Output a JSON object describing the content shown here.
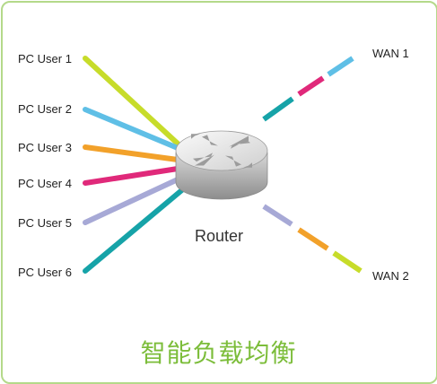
{
  "users": [
    {
      "label": "PC User 1",
      "color": "#c7dc2a"
    },
    {
      "label": "PC User 2",
      "color": "#5fbfe6"
    },
    {
      "label": "PC User 3",
      "color": "#f2a12a"
    },
    {
      "label": "PC User 4",
      "color": "#e0297a"
    },
    {
      "label": "PC User 5",
      "color": "#a7a9d6"
    },
    {
      "label": "PC User 6",
      "color": "#16a3a8"
    }
  ],
  "wans": [
    {
      "label": "WAN 1",
      "colors": [
        "#5fbfe6",
        "#e0297a",
        "#16a3a8"
      ]
    },
    {
      "label": "WAN 2",
      "colors": [
        "#c7dc2a",
        "#f2a12a",
        "#a7a9d6"
      ]
    }
  ],
  "router": {
    "label": "Router",
    "icon": "router-arrows-icon"
  },
  "caption": "智能负载均衡",
  "colors": {
    "frame": "#b4d98a",
    "caption": "#7cbd3a"
  }
}
